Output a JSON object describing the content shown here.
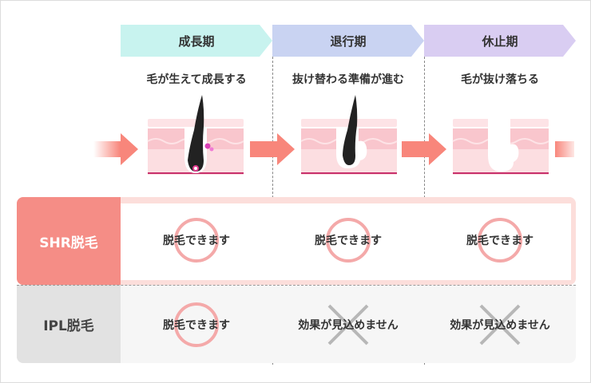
{
  "phases": [
    {
      "label": "成長期",
      "caption": "毛が生えて成長する",
      "color": "#c8f3ef"
    },
    {
      "label": "退行期",
      "caption": "抜け替わる準備が進む",
      "color": "#c9d3f2"
    },
    {
      "label": "休止期",
      "caption": "毛が抜け落ちる",
      "color": "#d9cdf2"
    }
  ],
  "rows": {
    "shr": {
      "label": "SHR脱毛",
      "cells": [
        {
          "text": "脱毛できます",
          "result": "circle"
        },
        {
          "text": "脱毛できます",
          "result": "circle"
        },
        {
          "text": "脱毛できます",
          "result": "circle"
        }
      ]
    },
    "ipl": {
      "label": "IPL脱毛",
      "cells": [
        {
          "text": "脱毛できます",
          "result": "circle"
        },
        {
          "text": "効果が見込めません",
          "result": "cross"
        },
        {
          "text": "効果が見込めません",
          "result": "cross"
        }
      ]
    }
  },
  "colors": {
    "arrow": "#f8867b",
    "skin_pink": "#f9c6cd",
    "skin_light": "#fde3e6",
    "hair": "#222222",
    "shr_label_bg": "#f58d86",
    "shr_row_bg": "#fcdedb",
    "ipl_label_bg": "#e2e2e2",
    "ipl_row_bg": "#f6f6f6",
    "circle": "#f4a9a9",
    "cross": "#b7b7b7"
  },
  "icons": [
    "hair-growing-icon",
    "hair-regressing-icon",
    "hair-shed-icon",
    "right-arrow-icon",
    "circle-mark-icon",
    "cross-mark-icon"
  ]
}
